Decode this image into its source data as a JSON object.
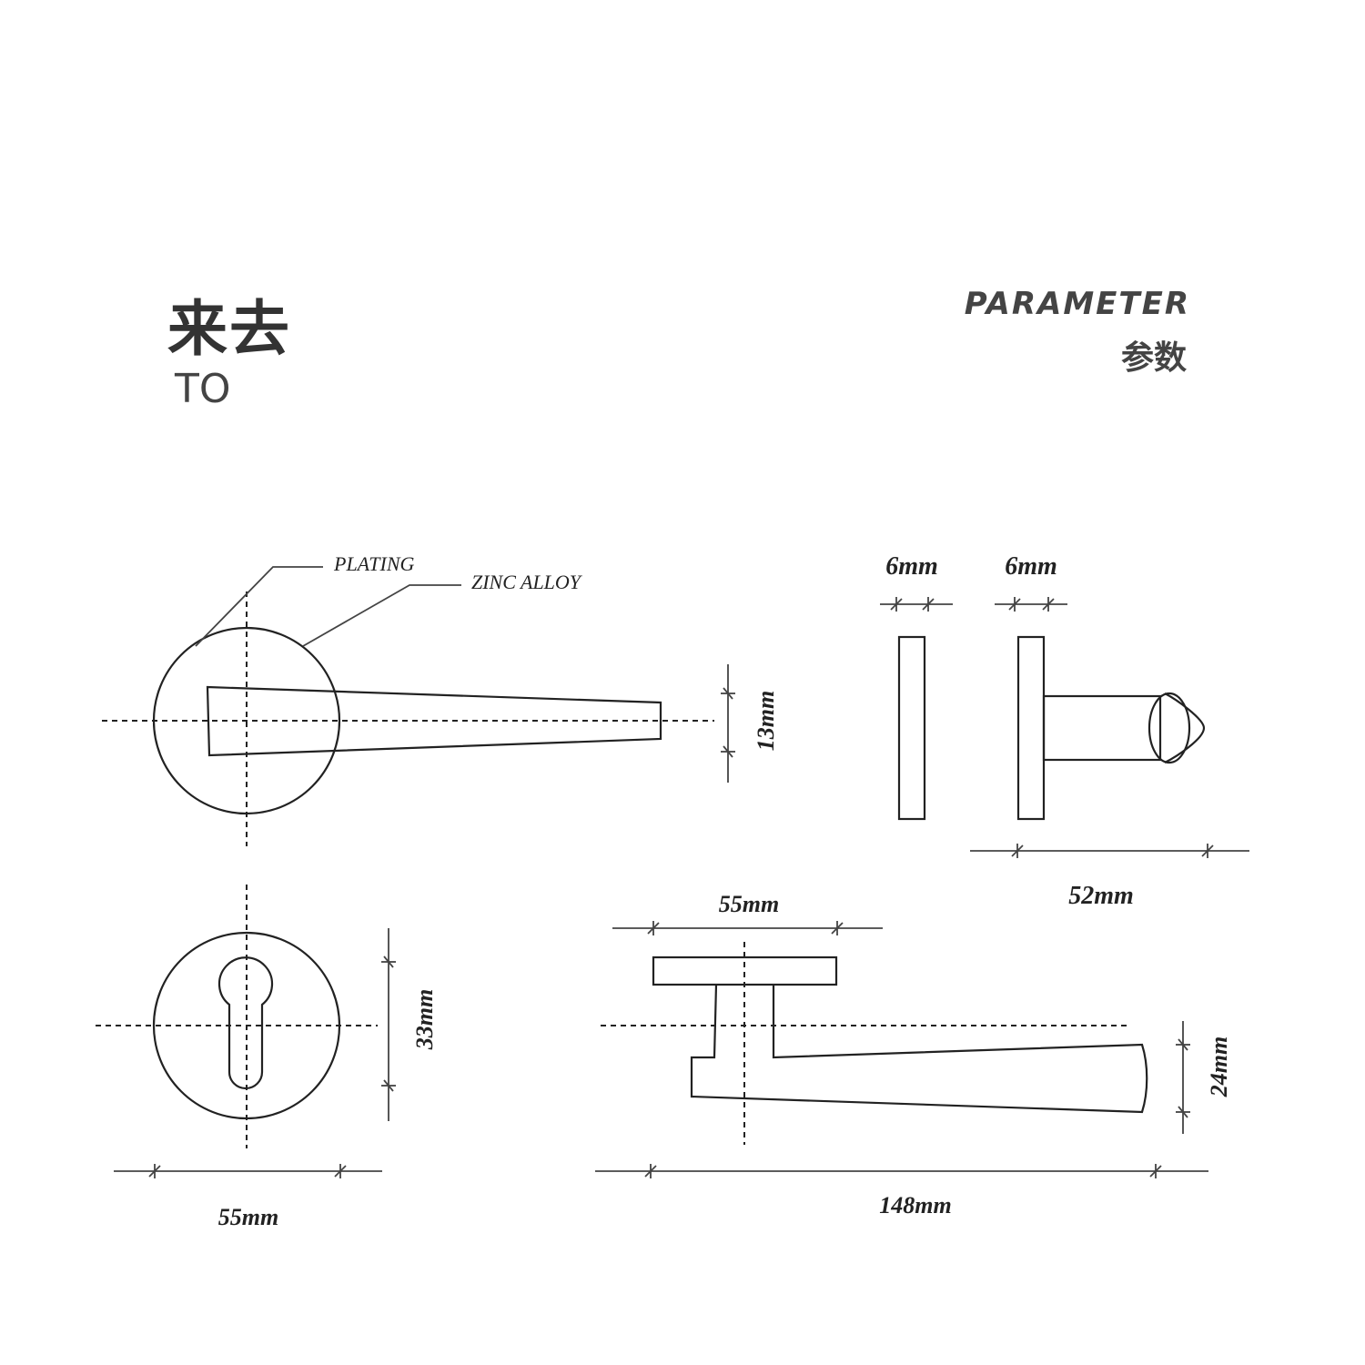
{
  "header": {
    "title_cn": "来去",
    "title_en": "TO",
    "parameter_en": "PARAMETER",
    "parameter_cn": "参数"
  },
  "callouts": {
    "plating": "PLATING",
    "zinc_alloy": "ZINC ALLOY"
  },
  "dimensions": {
    "lever_thickness": "13mm",
    "keyhole_height": "33mm",
    "escutcheon_diameter": "55mm",
    "rose_thickness_1": "6mm",
    "rose_thickness_2": "6mm",
    "projection": "52mm",
    "rose_diameter_side": "55mm",
    "lever_height": "24mm",
    "lever_length": "148mm"
  }
}
